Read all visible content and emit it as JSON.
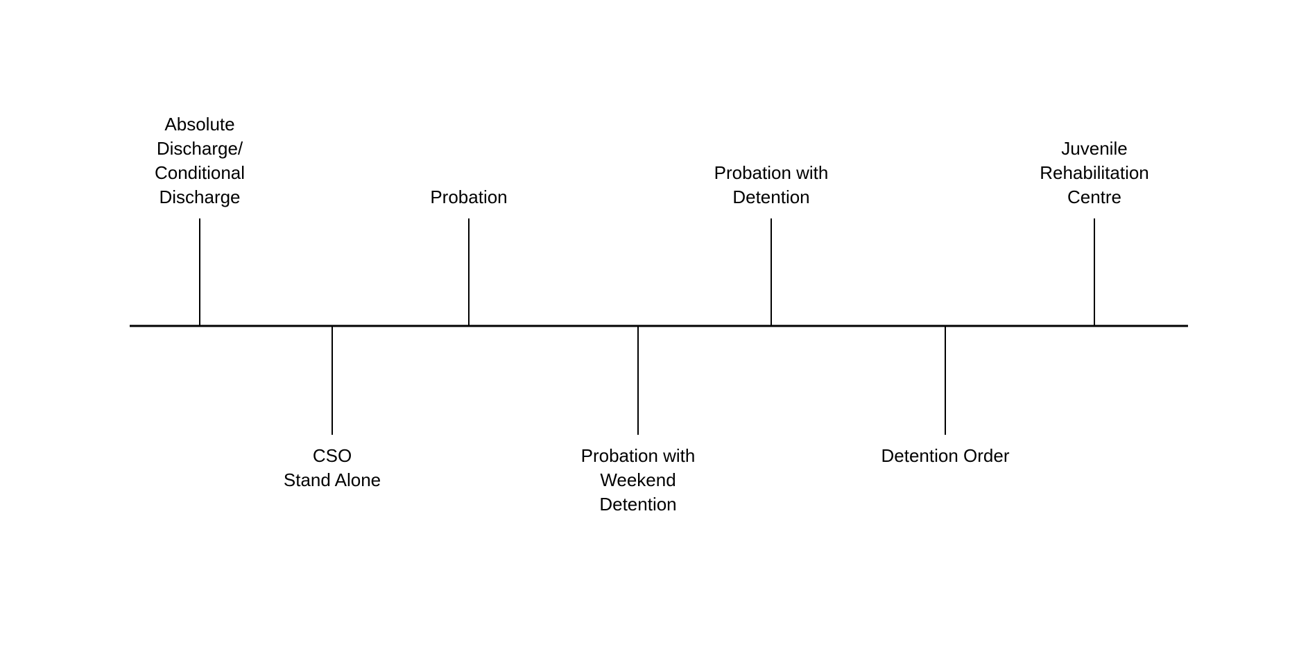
{
  "timeline": {
    "line_color": "#000000",
    "items": [
      {
        "position": "above",
        "lines": [
          "Absolute",
          "Discharge/",
          "Conditional",
          "Discharge"
        ]
      },
      {
        "position": "below",
        "lines": [
          "CSO",
          "Stand Alone"
        ]
      },
      {
        "position": "above",
        "lines": [
          "Probation"
        ]
      },
      {
        "position": "below",
        "lines": [
          "Probation with",
          "Weekend",
          "Detention"
        ]
      },
      {
        "position": "above",
        "lines": [
          "Probation with",
          "Detention"
        ]
      },
      {
        "position": "below",
        "lines": [
          "Detention Order"
        ]
      },
      {
        "position": "above",
        "lines": [
          "Juvenile",
          "Rehabilitation",
          "Centre"
        ]
      }
    ]
  }
}
